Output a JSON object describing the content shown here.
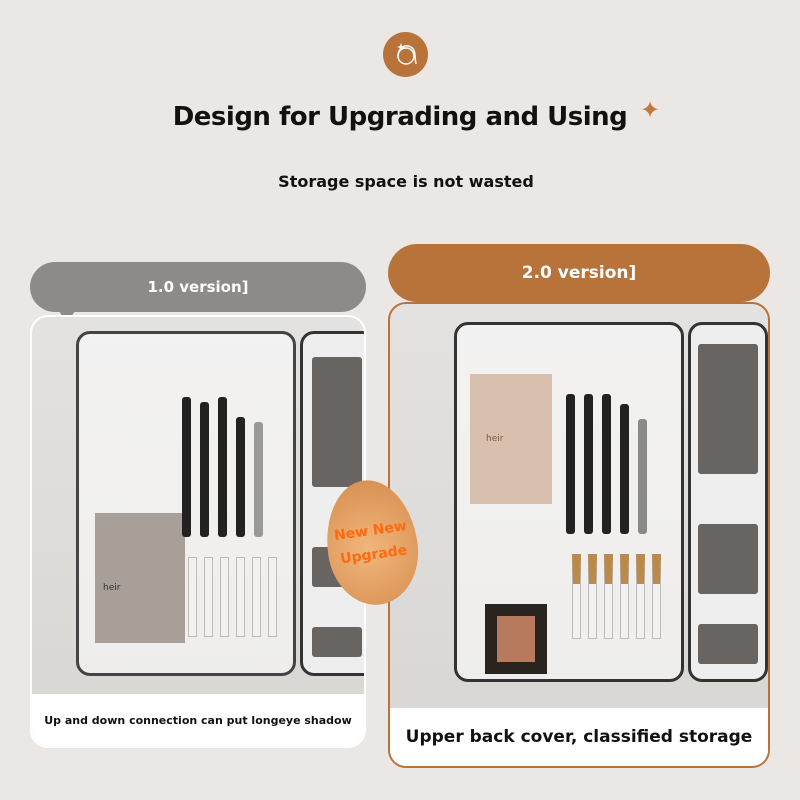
{
  "logo": {
    "icon": "girl-face-logo-icon"
  },
  "header": {
    "title": "Design for Upgrading and Using",
    "subtitle": "Storage space is not wasted"
  },
  "versions": [
    {
      "label": "1.0 version]",
      "caption": "Up and down connection can put longeye shadow",
      "color": "#8d8b8a"
    },
    {
      "label": "2.0 version]",
      "caption": "Upper back cover, classified storage",
      "color": "#b8733a"
    }
  ],
  "badge": {
    "line1": "New New",
    "line2": "Upgrade"
  },
  "product": {
    "brand": "heir"
  }
}
